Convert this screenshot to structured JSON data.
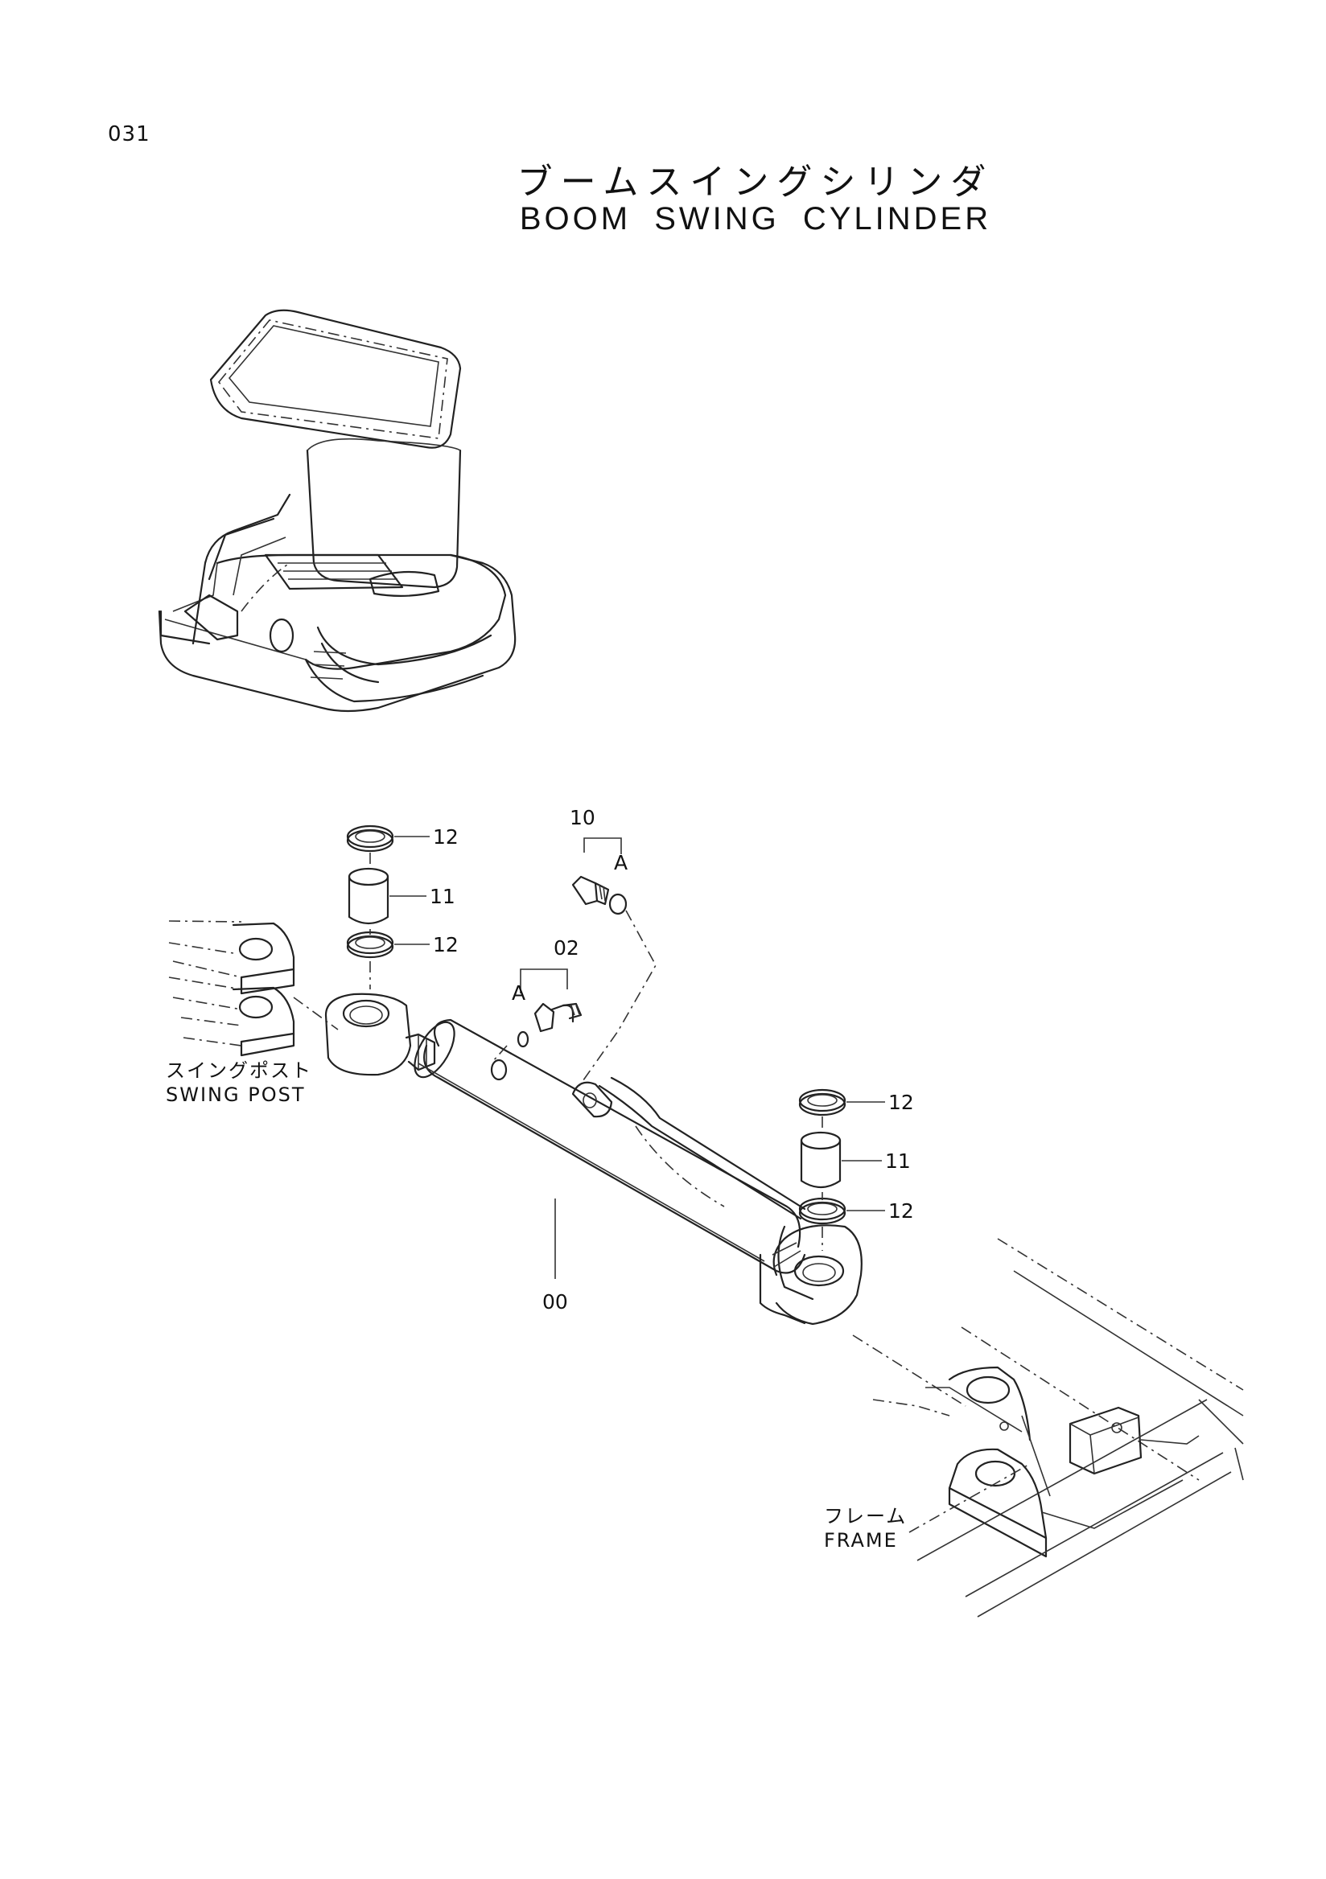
{
  "page_number": "031",
  "title_jp": "ブームスイングシリンダ",
  "title_en": "BOOM SWING CYLINDER",
  "callouts": {
    "seal_top_left_a": "12",
    "bushing_left": "11",
    "seal_top_left_b": "12",
    "fitting_10": "10",
    "fitting_a_right": "A",
    "fitting_02": "02",
    "fitting_a_left": "A",
    "cylinder": "00",
    "seal_right_a": "12",
    "bushing_right": "11",
    "seal_right_b": "12"
  },
  "labels": {
    "swing_post_jp": "スイングポスト",
    "swing_post_en": "SWING POST",
    "frame_jp": "フレーム",
    "frame_en": "FRAME"
  }
}
